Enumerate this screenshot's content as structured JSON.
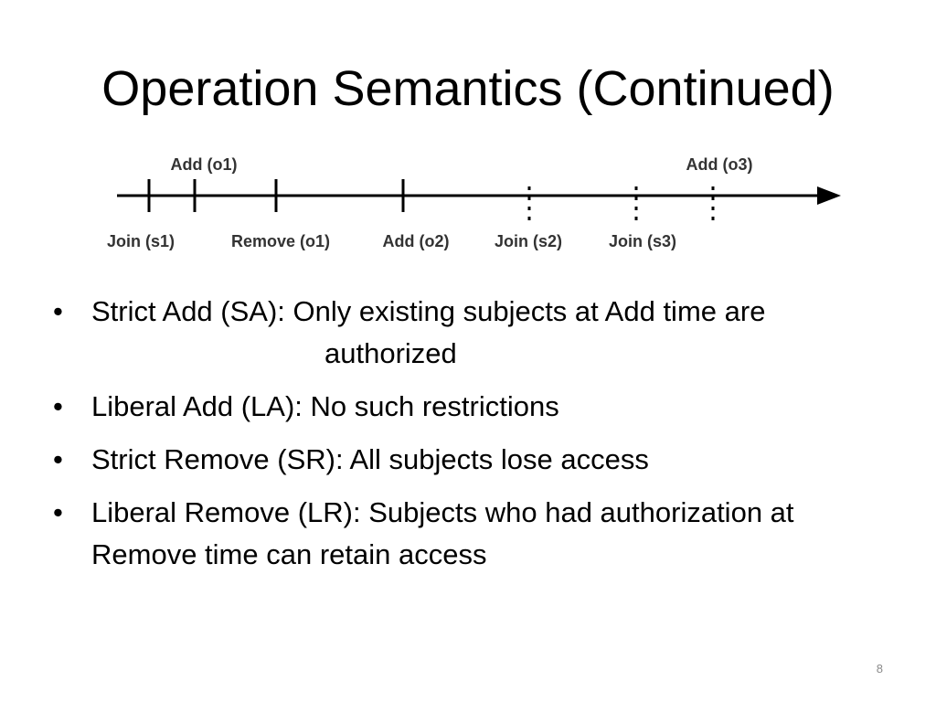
{
  "slide": {
    "title": "Operation Semantics (Continued)",
    "page_number": "8"
  },
  "timeline": {
    "events": [
      {
        "label": "Join (s1)",
        "position": "below",
        "style": "solid"
      },
      {
        "label": "Add (o1)",
        "position": "above",
        "style": "solid"
      },
      {
        "label": "Remove (o1)",
        "position": "below",
        "style": "solid"
      },
      {
        "label": "Add (o2)",
        "position": "below",
        "style": "solid"
      },
      {
        "label": "Join (s2)",
        "position": "below",
        "style": "dotted"
      },
      {
        "label": "Join (s3)",
        "position": "below",
        "style": "dotted"
      },
      {
        "label": "Add (o3)",
        "position": "above",
        "style": "dotted"
      }
    ]
  },
  "bullets": [
    {
      "text": "Strict Add (SA): Only existing subjects at Add time are",
      "continuation": "authorized"
    },
    {
      "text": "Liberal Add (LA): No such restrictions"
    },
    {
      "text": "Strict Remove (SR): All subjects lose access"
    },
    {
      "text": "Liberal Remove (LR): Subjects who had authorization at Remove time can retain access"
    }
  ]
}
